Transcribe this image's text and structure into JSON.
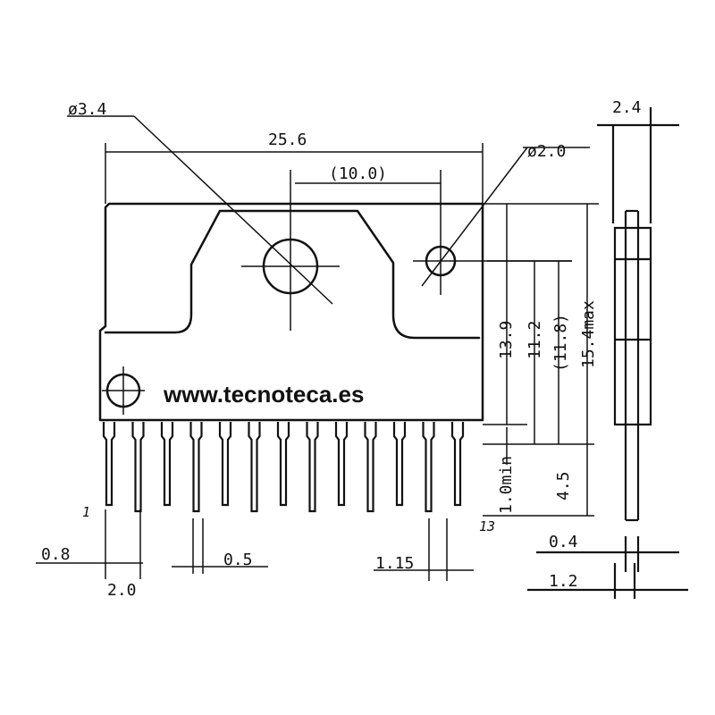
{
  "watermark": "www.tecnoteca.es",
  "dimensions": {
    "hole_large": "ø3.4",
    "hole_small": "ø2.0",
    "overall_width": "25.6",
    "hole_spacing": "(10.0)",
    "side_thickness": "2.4",
    "height_139": "13.9",
    "height_112": "11.2",
    "height_118": "(11.8)",
    "height_max": "15.4max",
    "lead_min": "1.0min",
    "lead_45": "4.5",
    "pin_08": "0.8",
    "pin_pitch": "2.0",
    "pin_05": "0.5",
    "pin_115": "1.15",
    "lead_04": "0.4",
    "lead_12": "1.2"
  },
  "pins": {
    "first": "1",
    "last": "13"
  }
}
